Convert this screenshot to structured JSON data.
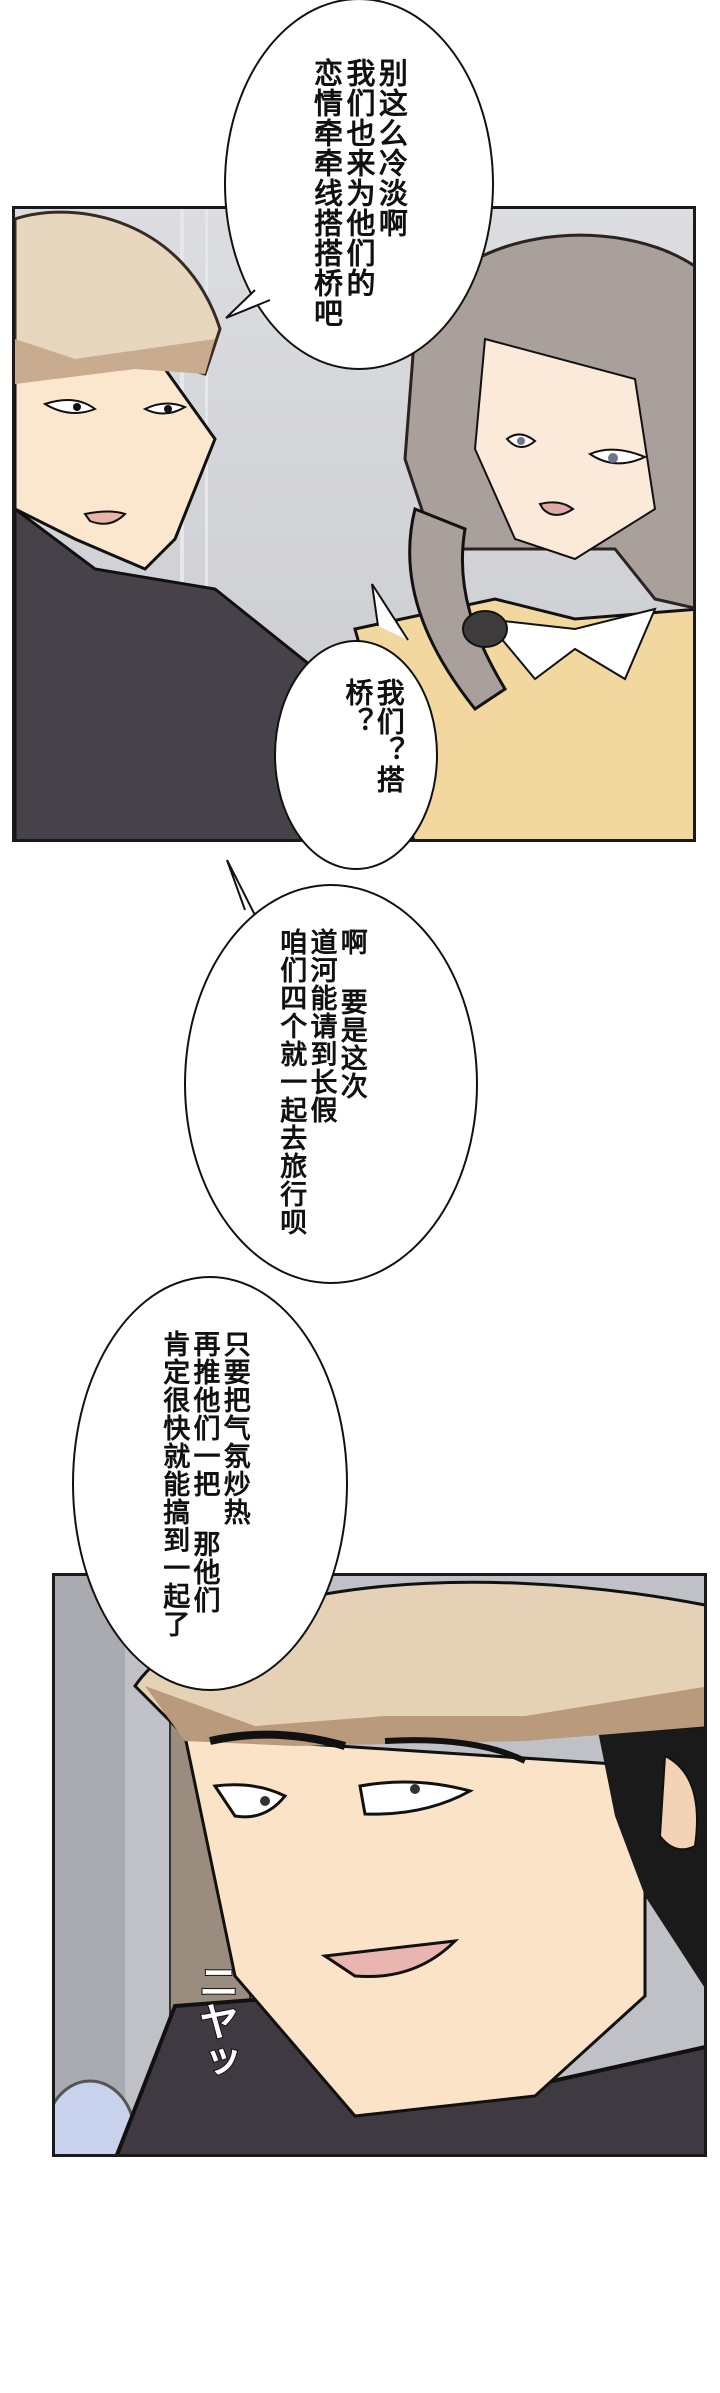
{
  "page": {
    "type": "webtoon-strip",
    "background": "#ffffff"
  },
  "panels": [
    {
      "id": "panel-1",
      "description": "Blond man in dark shirt and grey-haired woman in yellow cardigan talking",
      "colors": {
        "wall": "#d3d4d8",
        "man_hair": "#e8d7bf",
        "skin": "#fbe7cd",
        "man_shirt": "#47424a",
        "woman_hair": "#a99f9b",
        "woman_cardigan": "#f2d79f",
        "collar": "#ffffff"
      }
    },
    {
      "id": "panel-2",
      "description": "Close-up of the blond man smirking",
      "colors": {
        "wall": "#b9bbc0",
        "door": "#9a8d80",
        "man_hair": "#e5d2b6",
        "skin": "#fbe3c7",
        "shirt": "#3f3a42",
        "mirror": "#c8d2ec"
      },
      "sfx": "ニヤッ"
    }
  ],
  "bubbles": [
    {
      "id": "bubble-1",
      "lines": [
        "别这么冷淡啊",
        "我们也来为他们的",
        "恋情牵牵线搭搭桥吧"
      ]
    },
    {
      "id": "bubble-2",
      "lines": [
        "我们？搭桥？"
      ]
    },
    {
      "id": "bubble-3",
      "lines": [
        "啊 要是这次",
        "道河能请到长假",
        "咱们四个就一起去旅行呗"
      ]
    },
    {
      "id": "bubble-4",
      "lines": [
        "只要把气氛炒热",
        "再推他们一把 那他们",
        "肯定很快就能搞到一起了"
      ]
    }
  ]
}
